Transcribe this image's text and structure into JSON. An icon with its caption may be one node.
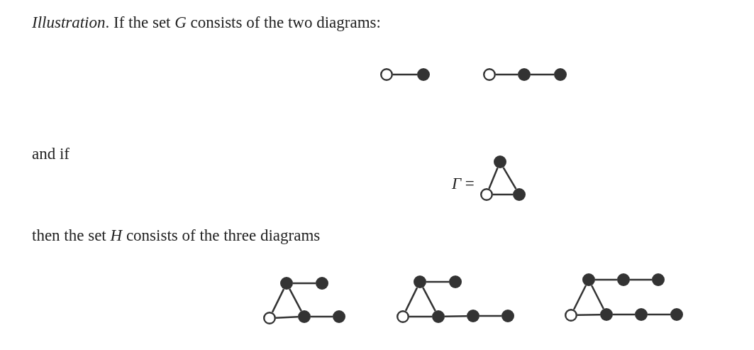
{
  "diagram": {
    "nodes": [
      {
        "text": [],
        "shape": "circle"
      },
      {
        "text": [],
        "shape": "dot"
      },
      {
        "text": [],
        "shape": "circle"
      },
      {
        "text": [],
        "shape": "dot"
      },
      {
        "text": [],
        "shape": "dot"
      },
      {
        "text": [],
        "shape": "dot"
      },
      {
        "text": [],
        "shape": "circle"
      },
      {
        "text": [],
        "shape": "dot"
      },
      {
        "text": [],
        "shape": "dot"
      },
      {
        "text": [],
        "shape": "dot"
      },
      {
        "text": [],
        "shape": "circle"
      },
      {
        "text": [],
        "shape": "dot"
      },
      {
        "text": [],
        "shape": "dot"
      },
      {
        "text": [],
        "shape": "dot"
      },
      {
        "text": [],
        "shape": "dot"
      },
      {
        "text": [],
        "shape": "circle"
      },
      {
        "text": [],
        "shape": "dot"
      },
      {
        "text": [],
        "shape": "dot"
      },
      {
        "text": [],
        "shape": "dot"
      },
      {
        "text": [],
        "shape": "dot"
      },
      {
        "text": [],
        "shape": "dot"
      },
      {
        "text": [],
        "shape": "dot"
      },
      {
        "text": [],
        "shape": "circle"
      },
      {
        "text": [],
        "shape": "dot"
      },
      {
        "text": [],
        "shape": "dot"
      },
      {
        "text": [],
        "shape": "dot"
      }
    ],
    "edges": [
      {
        "from": 0,
        "to": 1,
        "arrow": "none"
      },
      {
        "from": 2,
        "to": 3,
        "arrow": "none"
      },
      {
        "from": 3,
        "to": 4,
        "arrow": "none"
      },
      {
        "from": 5,
        "to": 6,
        "arrow": "none"
      },
      {
        "from": 5,
        "to": 7,
        "arrow": "none"
      },
      {
        "from": 6,
        "to": 7,
        "arrow": "none"
      },
      {
        "from": 8,
        "to": 9,
        "arrow": "none"
      },
      {
        "from": 8,
        "to": 10,
        "arrow": "none"
      },
      {
        "from": 8,
        "to": 11,
        "arrow": "none"
      },
      {
        "from": 10,
        "to": 11,
        "arrow": "none"
      },
      {
        "from": 11,
        "to": 12,
        "arrow": "none"
      },
      {
        "from": 13,
        "to": 14,
        "arrow": "none"
      },
      {
        "from": 13,
        "to": 15,
        "arrow": "none"
      },
      {
        "from": 13,
        "to": 16,
        "arrow": "none"
      },
      {
        "from": 15,
        "to": 16,
        "arrow": "none"
      },
      {
        "from": 16,
        "to": 17,
        "arrow": "none"
      },
      {
        "from": 17,
        "to": 18,
        "arrow": "none"
      },
      {
        "from": 19,
        "to": 20,
        "arrow": "none"
      },
      {
        "from": 20,
        "to": 21,
        "arrow": "none"
      },
      {
        "from": 19,
        "to": 22,
        "arrow": "none"
      },
      {
        "from": 19,
        "to": 23,
        "arrow": "none"
      },
      {
        "from": 22,
        "to": 23,
        "arrow": "none"
      },
      {
        "from": 23,
        "to": 24,
        "arrow": "none"
      },
      {
        "from": 24,
        "to": 25,
        "arrow": "none"
      }
    ],
    "labels": [
      "*Illustration*. If the set *G* consists of the two diagrams:",
      "and if",
      "*Γ* =",
      "then the set *H* consists of the three diagrams"
    ]
  }
}
